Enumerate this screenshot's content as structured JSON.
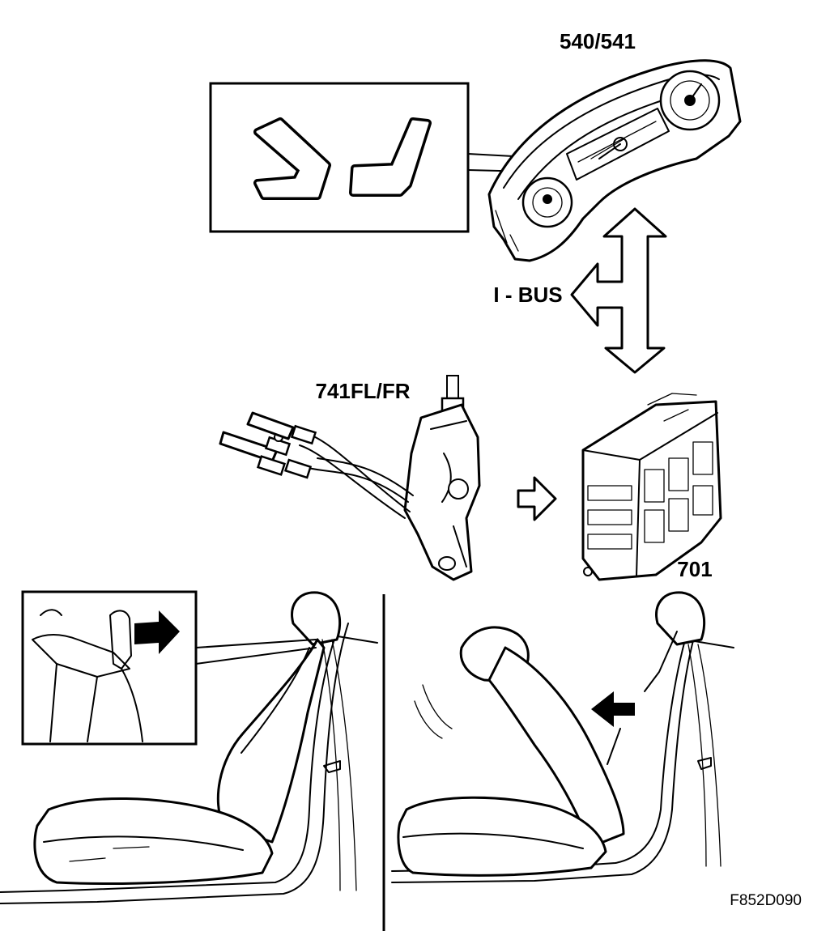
{
  "labels": {
    "instrument_cluster": "540/541",
    "bus": "I - BUS",
    "switch": "741FL/FR",
    "control_module": "701",
    "figure_code": "F852D090"
  }
}
